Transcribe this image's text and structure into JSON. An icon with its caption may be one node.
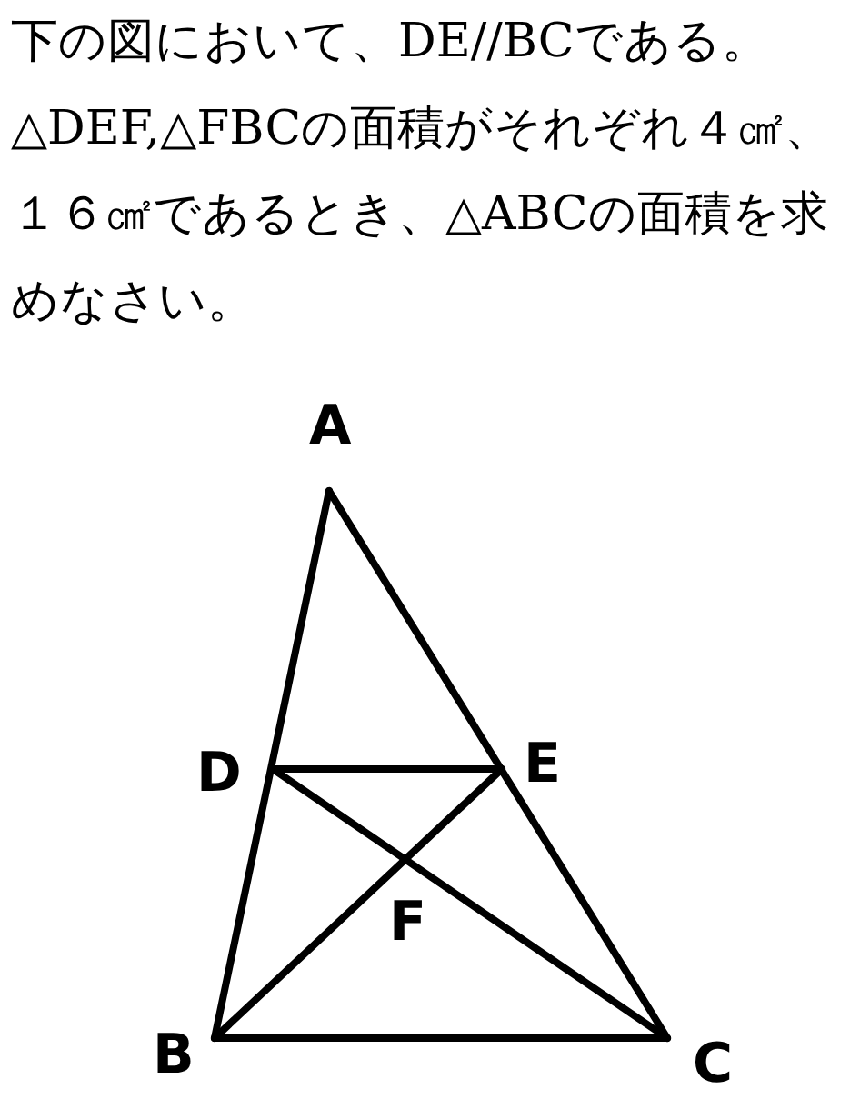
{
  "diagram": {
    "labels": [
      "下の図において、DE//BCである。△DEF,△FBCの面積がそれぞれ４㎠、１６㎠であるとき、△ABCの面積を求めなさい。",
      "A",
      "D",
      "E",
      "F",
      "B",
      "C"
    ]
  }
}
